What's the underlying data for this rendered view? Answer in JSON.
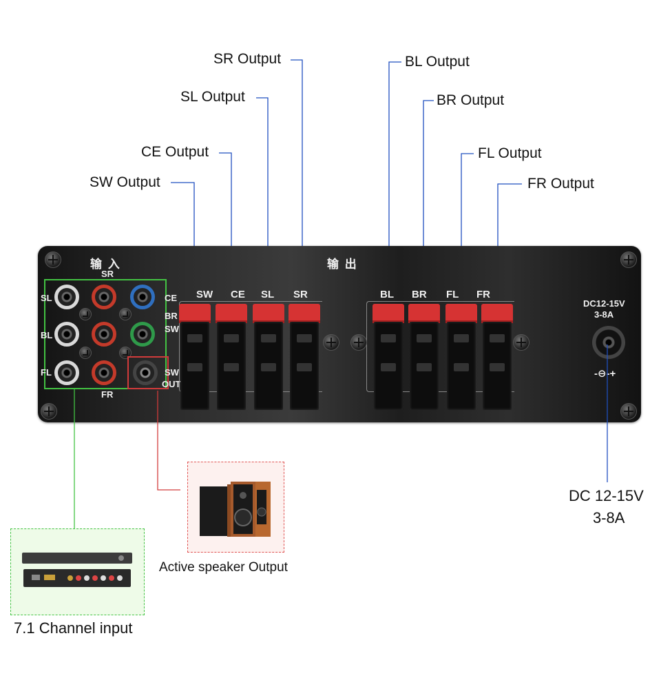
{
  "outputs_callouts": [
    "SR Output",
    "SL Output",
    "CE Output",
    "SW Output",
    "BL Output",
    "BR Output",
    "FL Output",
    "FR Output"
  ],
  "panel": {
    "input_title": "输 入",
    "output_title": "输 出",
    "rca_labels": {
      "sr": "SR",
      "sl": "SL",
      "ce": "CE",
      "br": "BR",
      "bl": "BL",
      "sw": "SW",
      "fl": "FL",
      "fr": "FR"
    },
    "sw_out_label": [
      "SW",
      "OUT"
    ],
    "terminal_labels": [
      "SW",
      "CE",
      "SL",
      "SR",
      "BL",
      "BR",
      "FL",
      "FR"
    ],
    "dc_label": [
      "DC12-15V",
      "3-8A"
    ],
    "dc_symbol": "-⊖-+"
  },
  "dc_callout": [
    "DC 12-15V",
    "3-8A"
  ],
  "active_speaker_caption": "Active speaker Output",
  "channel_input_caption": "7.1 Channel input",
  "colors": {
    "leader_blue": "#1f4fbf",
    "input_green": "#43c343",
    "sw_red": "#d23b3b",
    "terminal_red": "#d63333"
  }
}
